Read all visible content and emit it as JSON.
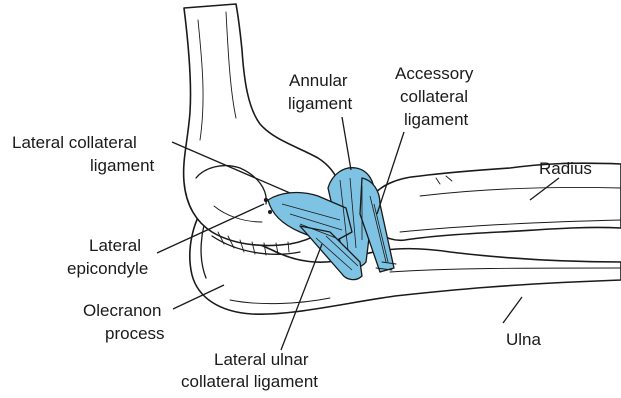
{
  "colors": {
    "ligament": "#7ec3e3",
    "bone_outline": "#1a1a1a",
    "background": "#ffffff"
  },
  "labels": {
    "annular_1": "Annular",
    "annular_2": "ligament",
    "accessory_1": "Accessory",
    "accessory_2": "collateral",
    "accessory_3": "ligament",
    "lateral_collateral_1": "Lateral collateral",
    "lateral_collateral_2": "ligament",
    "radius": "Radius",
    "lateral_epicondyle_1": "Lateral",
    "lateral_epicondyle_2": "epicondyle",
    "olecranon_1": "Olecranon",
    "olecranon_2": "process",
    "ulna": "Ulna",
    "lateral_ulnar_1": "Lateral ulnar",
    "lateral_ulnar_2": "collateral ligament"
  }
}
